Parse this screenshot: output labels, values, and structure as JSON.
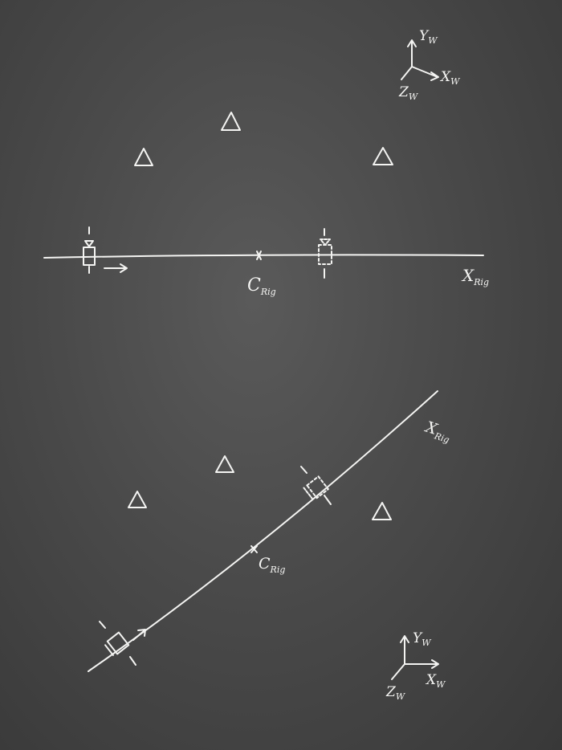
{
  "axes_top": {
    "y": "Y",
    "y_sub": "W",
    "x": "X",
    "x_sub": "W",
    "z": "Z",
    "z_sub": "W"
  },
  "rig_top": {
    "axis": "X",
    "axis_sub": "Rig",
    "center": "C",
    "center_sub": "Rig"
  },
  "rig_bottom": {
    "axis": "X",
    "axis_sub": "Rig",
    "center": "C",
    "center_sub": "Rig"
  },
  "axes_bottom": {
    "y": "Y",
    "y_sub": "W",
    "x": "X",
    "x_sub": "W",
    "z": "Z",
    "z_sub": "W"
  },
  "colors": {
    "chalk": "#f4f4f2",
    "paper": "#4a4a4a"
  }
}
